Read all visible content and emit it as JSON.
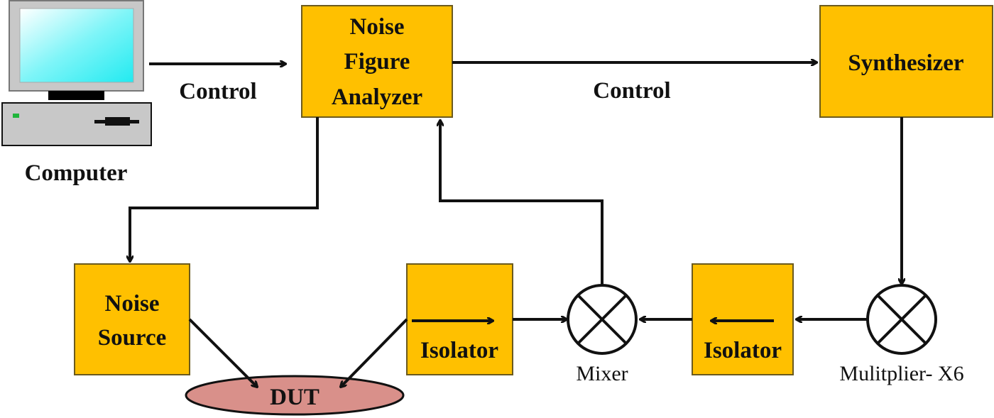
{
  "colors": {
    "block_fill": "#FFC000",
    "dut_fill": "#D9908A",
    "screen": "#7FF5F8"
  },
  "computer": {
    "label": "Computer"
  },
  "links": {
    "control_left": "Control",
    "control_right": "Control"
  },
  "blocks": {
    "nfa": [
      "Noise",
      "Figure",
      "Analyzer"
    ],
    "synthesizer": "Synthesizer",
    "noise_source": [
      "Noise",
      "Source"
    ],
    "isolator_1": "Isolator",
    "isolator_2": "Isolator",
    "dut": "DUT"
  },
  "mixer": {
    "label": "Mixer"
  },
  "multiplier": {
    "label": "Mulitplier- X6"
  }
}
